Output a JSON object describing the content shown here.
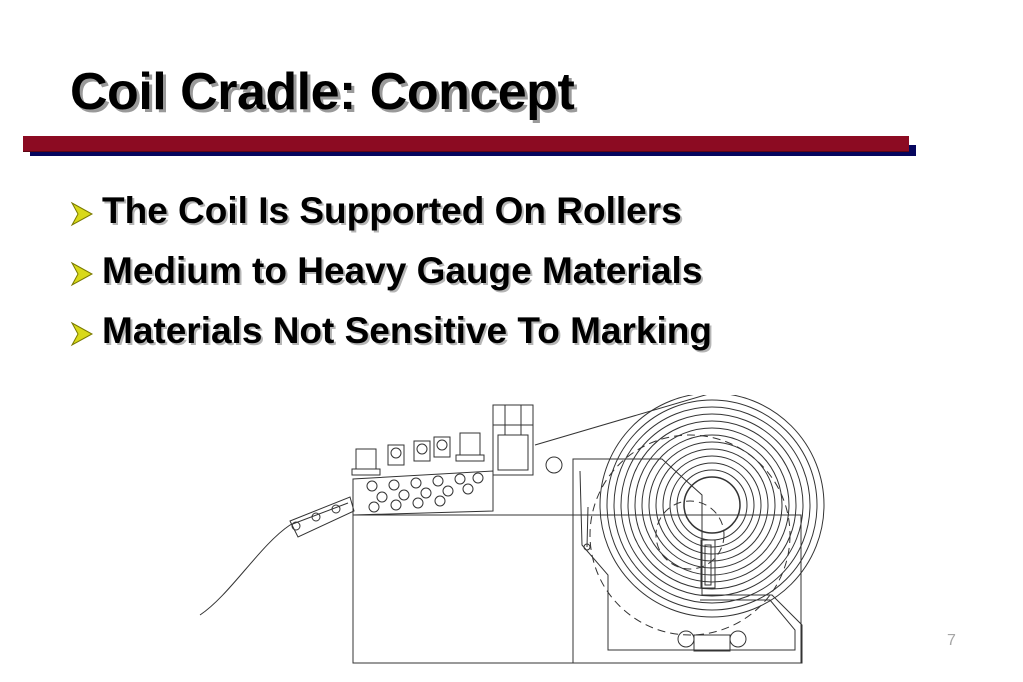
{
  "slide": {
    "title": "Coil Cradle:  Concept",
    "page_number": "7"
  },
  "bullets": [
    "The Coil Is Supported On Rollers",
    "Medium to Heavy Gauge Materials",
    "Materials Not Sensitive To Marking"
  ],
  "colors": {
    "rule_red": "#8c0b22",
    "rule_navy": "#06065e",
    "bullet_arrow": "#d9d91a"
  },
  "icons": {
    "bullet": "arrowhead-bullet-icon",
    "drawing": "coil-cradle-machine-illustration"
  }
}
